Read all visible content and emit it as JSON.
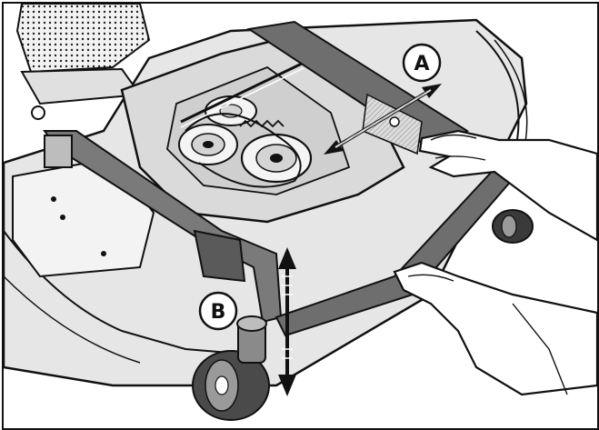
{
  "figure": {
    "callouts": [
      {
        "id": "A",
        "label": "A"
      },
      {
        "id": "B",
        "label": "B"
      }
    ]
  },
  "colors": {
    "ink": "#111111",
    "bar_gray": "#6e6e6e",
    "panel_light": "#e6e6e6",
    "panel_mid": "#c8c8c8",
    "background": "#ffffff"
  },
  "icons": {
    "arrow_a": "double-headed-diagonal-arrow-icon",
    "arrow_b": "double-headed-vertical-arrow-icon"
  }
}
